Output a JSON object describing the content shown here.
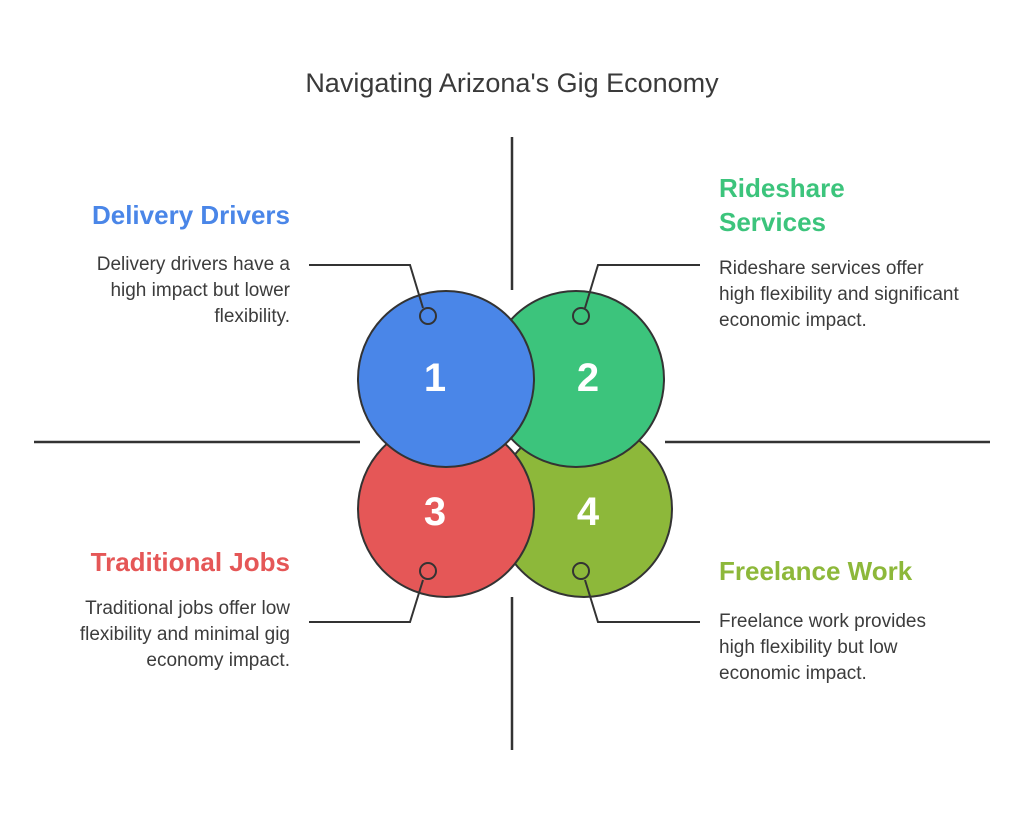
{
  "title": "Navigating Arizona's Gig Economy",
  "colors": {
    "blue": "#4A86E8",
    "green": "#3CC47C",
    "red": "#E55757",
    "olive": "#8DB83A",
    "line": "#333333"
  },
  "quadrants": [
    {
      "number": "1",
      "heading": "Delivery Drivers",
      "description": "Delivery drivers have a high impact but lower flexibility."
    },
    {
      "number": "2",
      "heading": "Rideshare Services",
      "description": "Rideshare services offer high flexibility and significant economic impact."
    },
    {
      "number": "3",
      "heading": "Traditional Jobs",
      "description": "Traditional jobs offer low flexibility and minimal gig economy impact."
    },
    {
      "number": "4",
      "heading": "Freelance Work",
      "description": "Freelance work provides high flexibility but low economic impact."
    }
  ]
}
